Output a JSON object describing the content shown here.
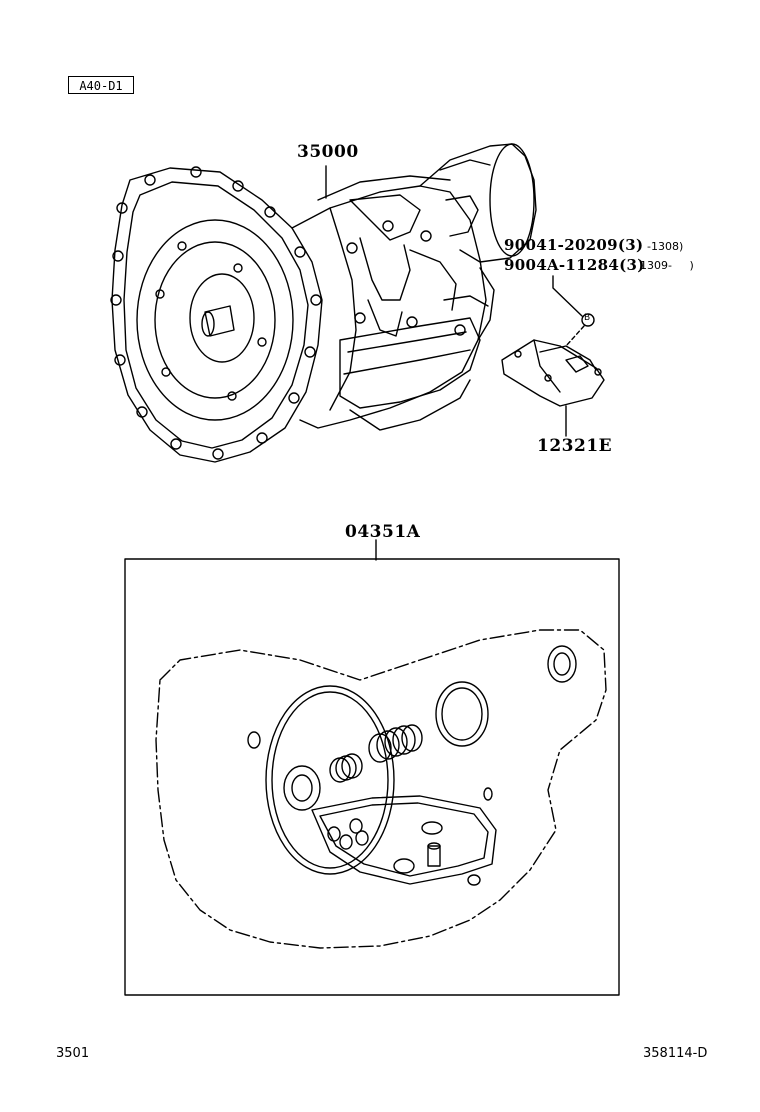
{
  "model_code": "A40-D1",
  "callouts": {
    "transmission": "35000",
    "bolt_1": "90041-20209(3)",
    "bolt_1_range": "-1308)",
    "bolt_2": "9004A-11284(3)",
    "bolt_2_range": "1309-     )",
    "ref_marker": "B",
    "bracket": "12321E",
    "gasket_kit": "04351A"
  },
  "footer": {
    "left": "3501",
    "right": "358114-D"
  }
}
